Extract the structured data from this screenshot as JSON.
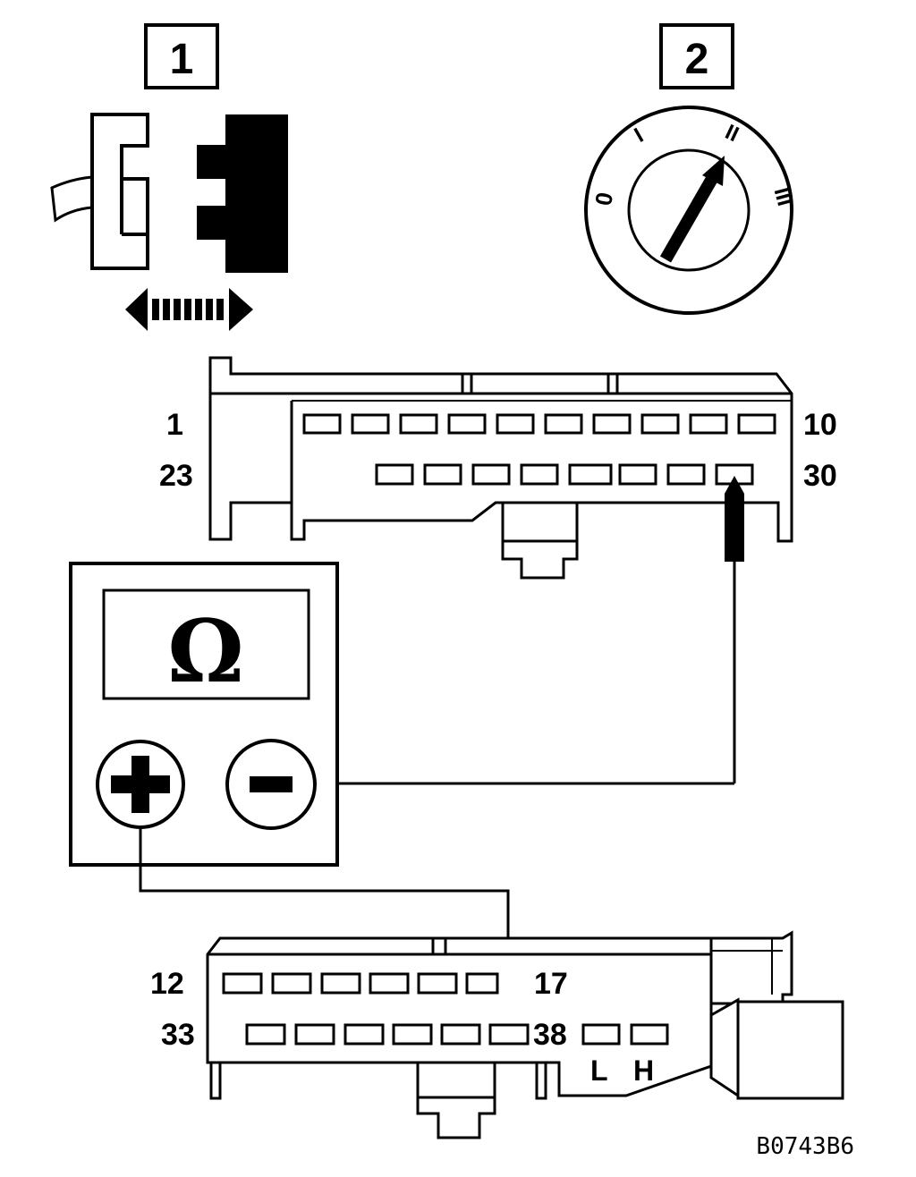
{
  "steps": {
    "step1_label": "1",
    "step2_label": "2"
  },
  "ignition_switch": {
    "pos_0": "0",
    "pos_1": "I",
    "pos_2": "II",
    "pos_3": "III"
  },
  "multimeter": {
    "display_symbol": "Ω",
    "positive_symbol": "+",
    "negative_symbol": "−"
  },
  "upper_connector": {
    "row1_left": "1",
    "row1_right": "10",
    "row2_left": "23",
    "row2_right": "30"
  },
  "lower_connector": {
    "row1_left": "12",
    "row1_right": "17",
    "row2_left": "33",
    "row2_right": "38",
    "pin_l": "L",
    "pin_h": "H"
  },
  "figure_code": "B0743B6"
}
